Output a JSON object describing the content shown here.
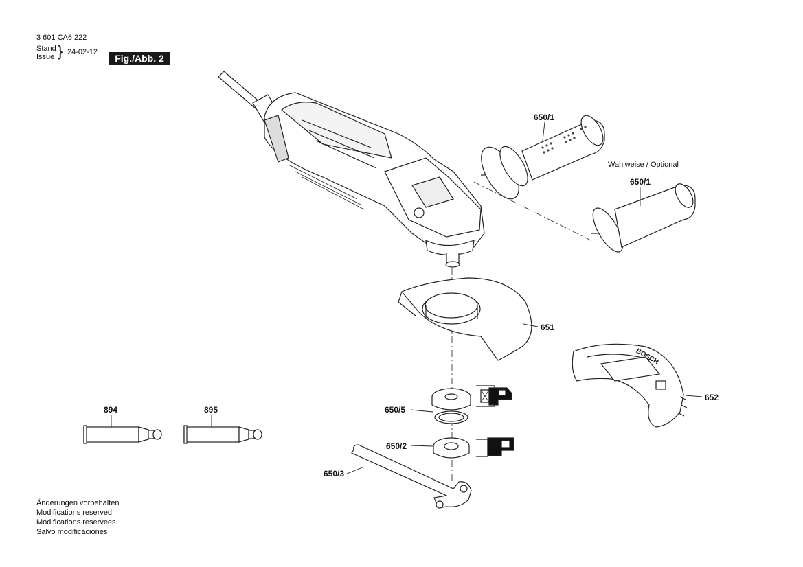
{
  "header": {
    "doc_number": "3 601 CA6 222",
    "stand_label": "Stand",
    "issue_label": "Issue",
    "date": "24-02-12",
    "figure_label": "Fig./Abb. 2"
  },
  "note_optional": "Wahlweise / Optional",
  "parts": {
    "p650_1_a": "650/1",
    "p650_1_b": "650/1",
    "p651": "651",
    "p652": "652",
    "p650_5": "650/5",
    "p650_2": "650/2",
    "p650_3": "650/3",
    "p894": "894",
    "p895": "895"
  },
  "footer": [
    "Änderungen vorbehalten",
    "Modifications reserved",
    "Modifications reservees",
    "Salvo modificaciones"
  ],
  "logo_text": "BOSCH"
}
